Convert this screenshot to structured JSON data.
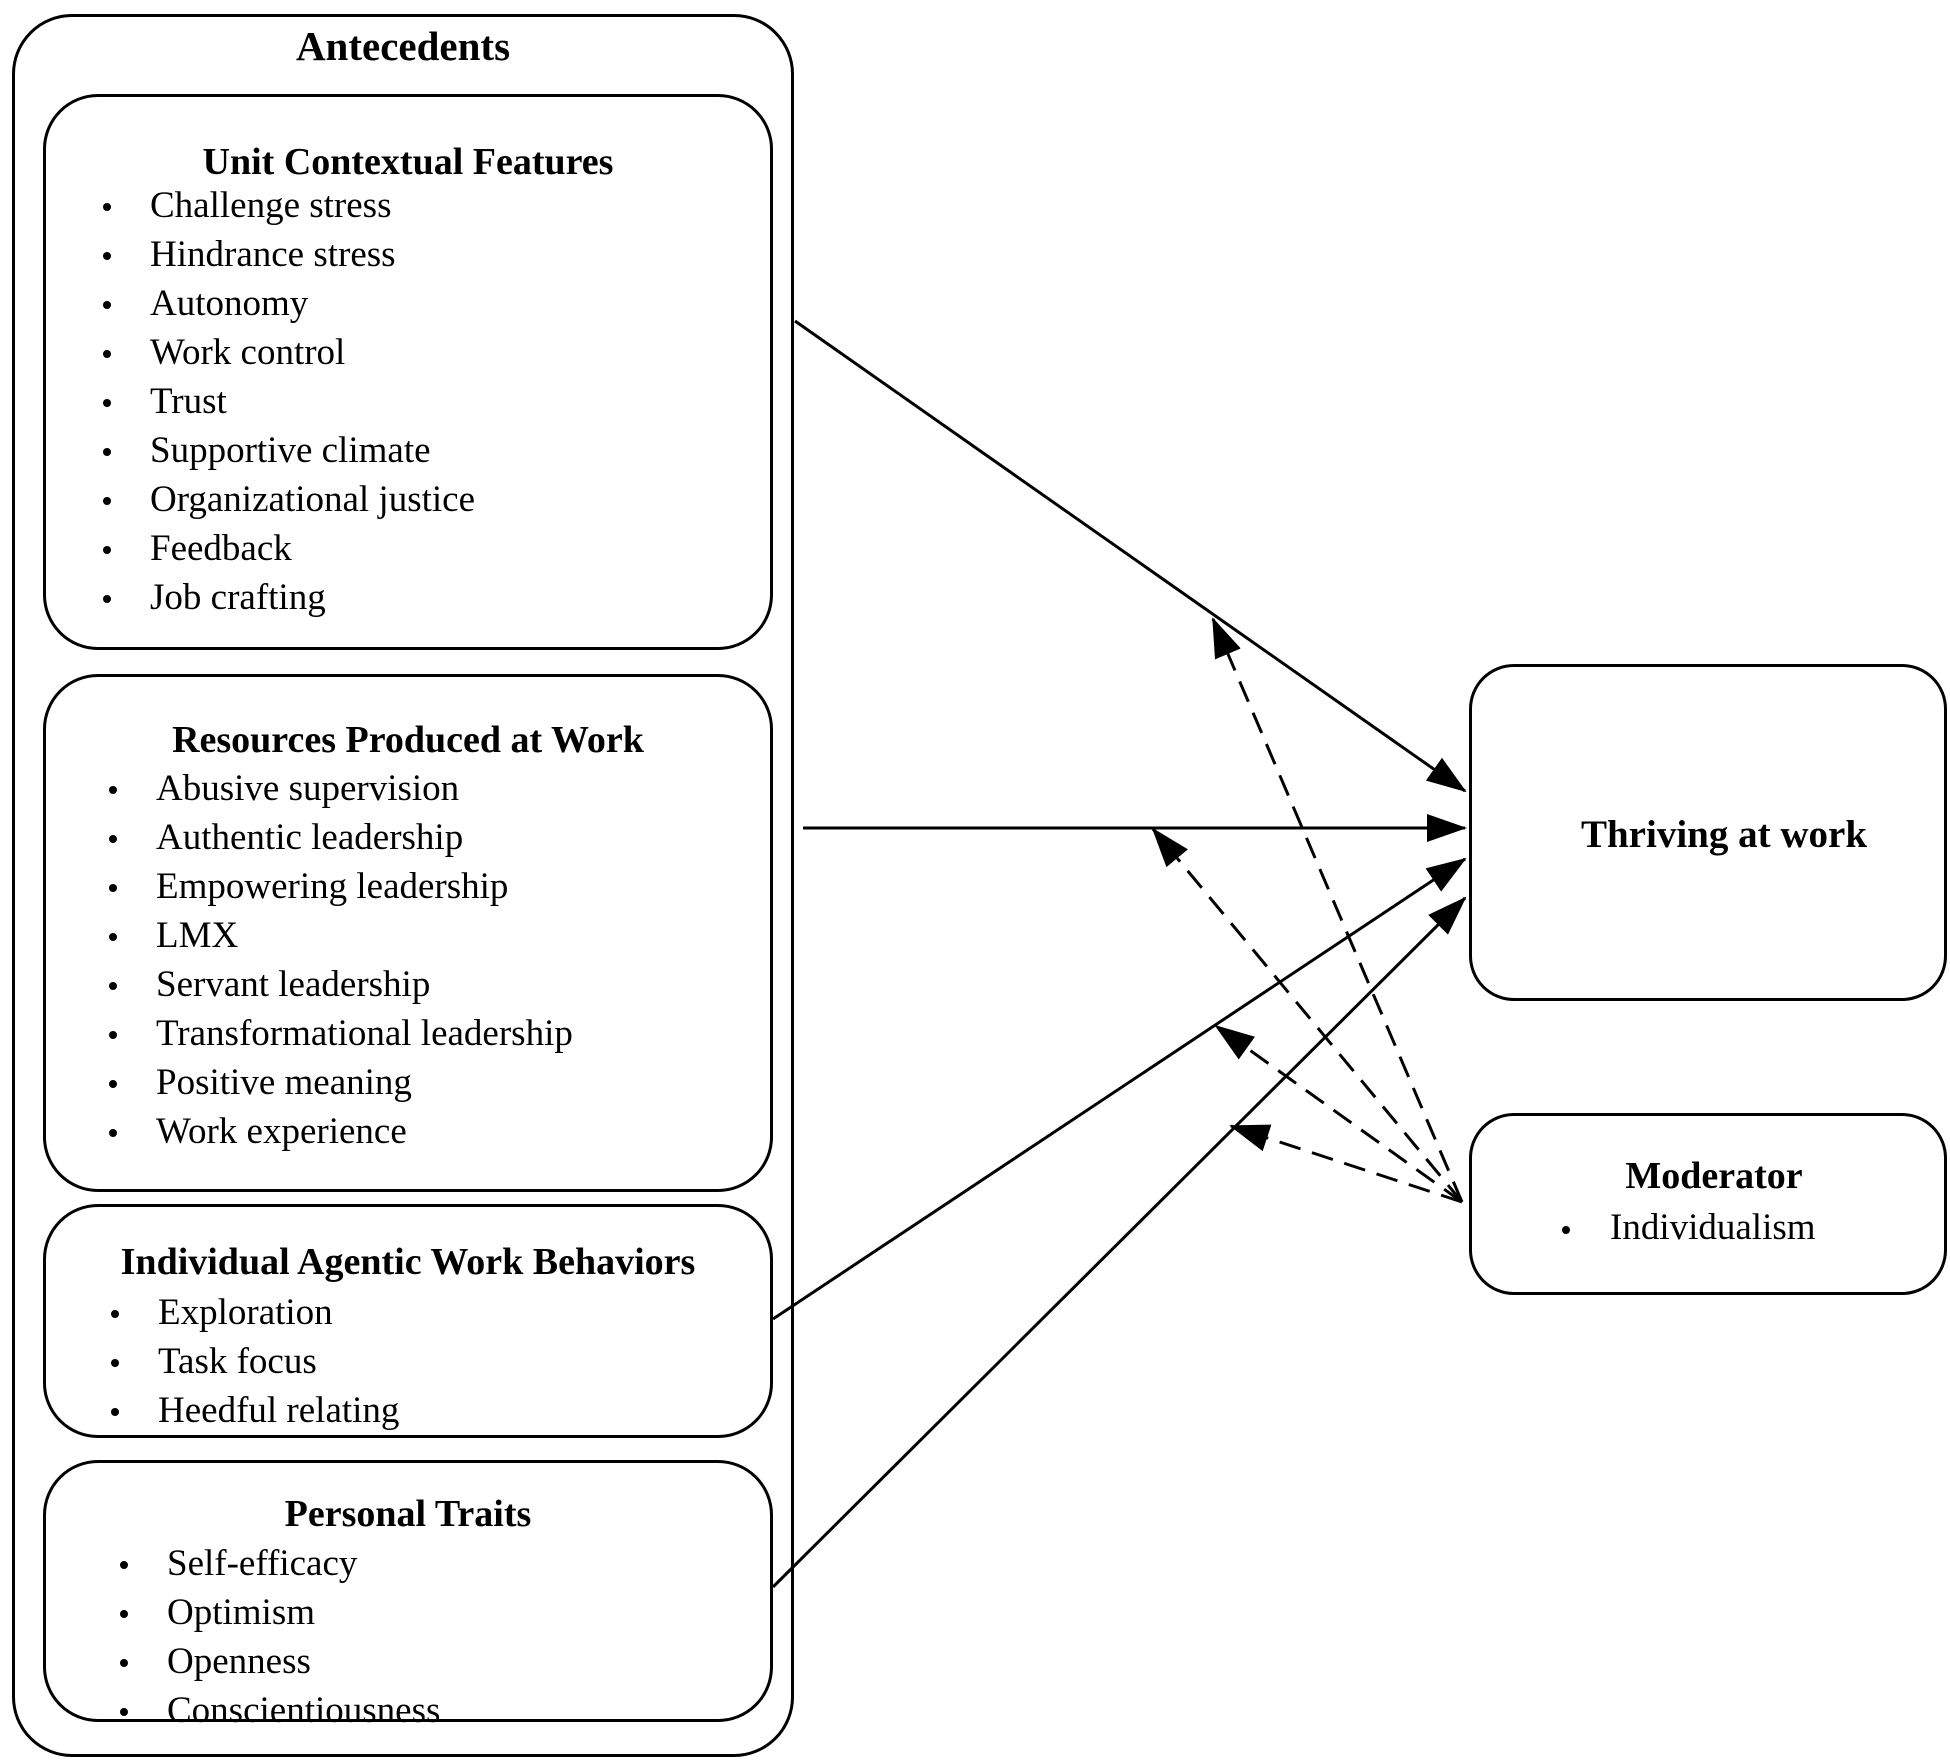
{
  "antecedents": {
    "title": "Antecedents",
    "groups": [
      {
        "title": "Unit Contextual Features",
        "items": [
          "Challenge stress",
          "Hindrance stress",
          "Autonomy",
          "Work control",
          "Trust",
          "Supportive climate",
          "Organizational justice",
          "Feedback",
          "Job crafting"
        ]
      },
      {
        "title": "Resources Produced at Work",
        "items": [
          "Abusive supervision",
          "Authentic leadership",
          "Empowering leadership",
          "LMX",
          "Servant leadership",
          "Transformational leadership",
          "Positive meaning",
          "Work experience"
        ]
      },
      {
        "title": "Individual Agentic Work Behaviors",
        "items": [
          "Exploration",
          "Task focus",
          "Heedful relating"
        ]
      },
      {
        "title": "Personal Traits",
        "items": [
          "Self-efficacy",
          "Optimism",
          "Openness",
          "Conscientiousness"
        ]
      }
    ]
  },
  "outcome": {
    "label": "Thriving at work"
  },
  "moderator": {
    "title": "Moderator",
    "items": [
      "Individualism"
    ]
  },
  "edges": [
    {
      "from": "Unit Contextual Features",
      "to": "Thriving at work",
      "style": "solid"
    },
    {
      "from": "Resources Produced at Work",
      "to": "Thriving at work",
      "style": "solid"
    },
    {
      "from": "Individual Agentic Work Behaviors",
      "to": "Thriving at work",
      "style": "solid"
    },
    {
      "from": "Personal Traits",
      "to": "Thriving at work",
      "style": "solid"
    },
    {
      "from": "Individualism",
      "to": "Unit Contextual Features path",
      "style": "dashed"
    },
    {
      "from": "Individualism",
      "to": "Resources Produced at Work path",
      "style": "dashed"
    },
    {
      "from": "Individualism",
      "to": "Individual Agentic Work Behaviors path",
      "style": "dashed"
    },
    {
      "from": "Individualism",
      "to": "Personal Traits path",
      "style": "dashed"
    }
  ]
}
